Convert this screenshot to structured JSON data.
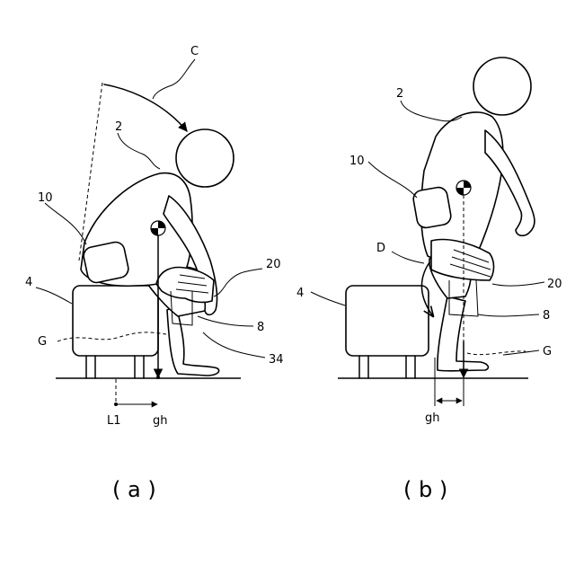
{
  "panel_a": {
    "caption": "( a )",
    "labels": {
      "c": "C",
      "body_ref": "2",
      "unit_ref": "10",
      "seat_ref": "4",
      "curve_g": "G",
      "belt_ref": "20",
      "leg_ref": "8",
      "part_ref": "34",
      "dist_l1": "L1",
      "dist_gh": "gh"
    }
  },
  "panel_b": {
    "caption": "( b )",
    "labels": {
      "body_ref": "2",
      "unit_ref": "10",
      "d": "D",
      "seat_ref": "4",
      "belt_ref": "20",
      "leg_ref": "8",
      "curve_g": "G",
      "dist_gh": "gh"
    }
  }
}
